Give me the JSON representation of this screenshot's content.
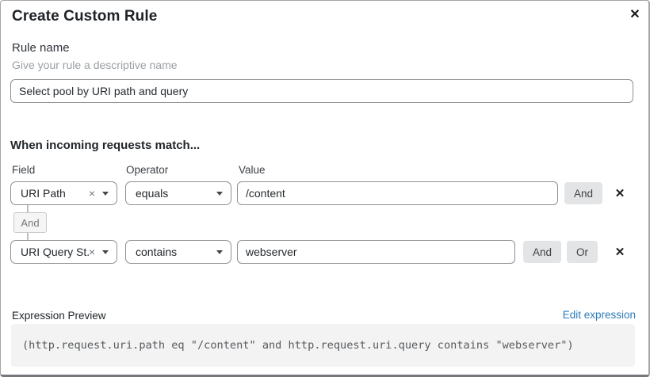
{
  "dialog": {
    "title": "Create Custom Rule"
  },
  "icons": {
    "close": "✕",
    "delete": "✕",
    "clear": "×"
  },
  "rule_name": {
    "label": "Rule name",
    "helper": "Give your rule a descriptive name",
    "value": "Select pool by URI path and query"
  },
  "match": {
    "heading": "When incoming requests match...",
    "columns": {
      "field": "Field",
      "operator": "Operator",
      "value": "Value"
    },
    "connector_label": "And",
    "rows": [
      {
        "field": "URI Path",
        "operator": "equals",
        "value": "/content",
        "join_buttons": {
          "and": "And"
        }
      },
      {
        "field": "URI Query St...",
        "operator": "contains",
        "value": "webserver",
        "join_buttons": {
          "and": "And",
          "or": "Or"
        }
      }
    ]
  },
  "expression_preview": {
    "label": "Expression Preview",
    "edit_link": "Edit expression",
    "expression": "(http.request.uri.path eq \"/content\" and http.request.uri.query contains \"webserver\")"
  },
  "colors": {
    "link_blue": "#2b7bba",
    "input_border_gray": "#8b9095",
    "join_button_gray": "#e3e4e5",
    "preview_bg": "#f3f3f3",
    "connector_gray": "#bcbec0"
  }
}
